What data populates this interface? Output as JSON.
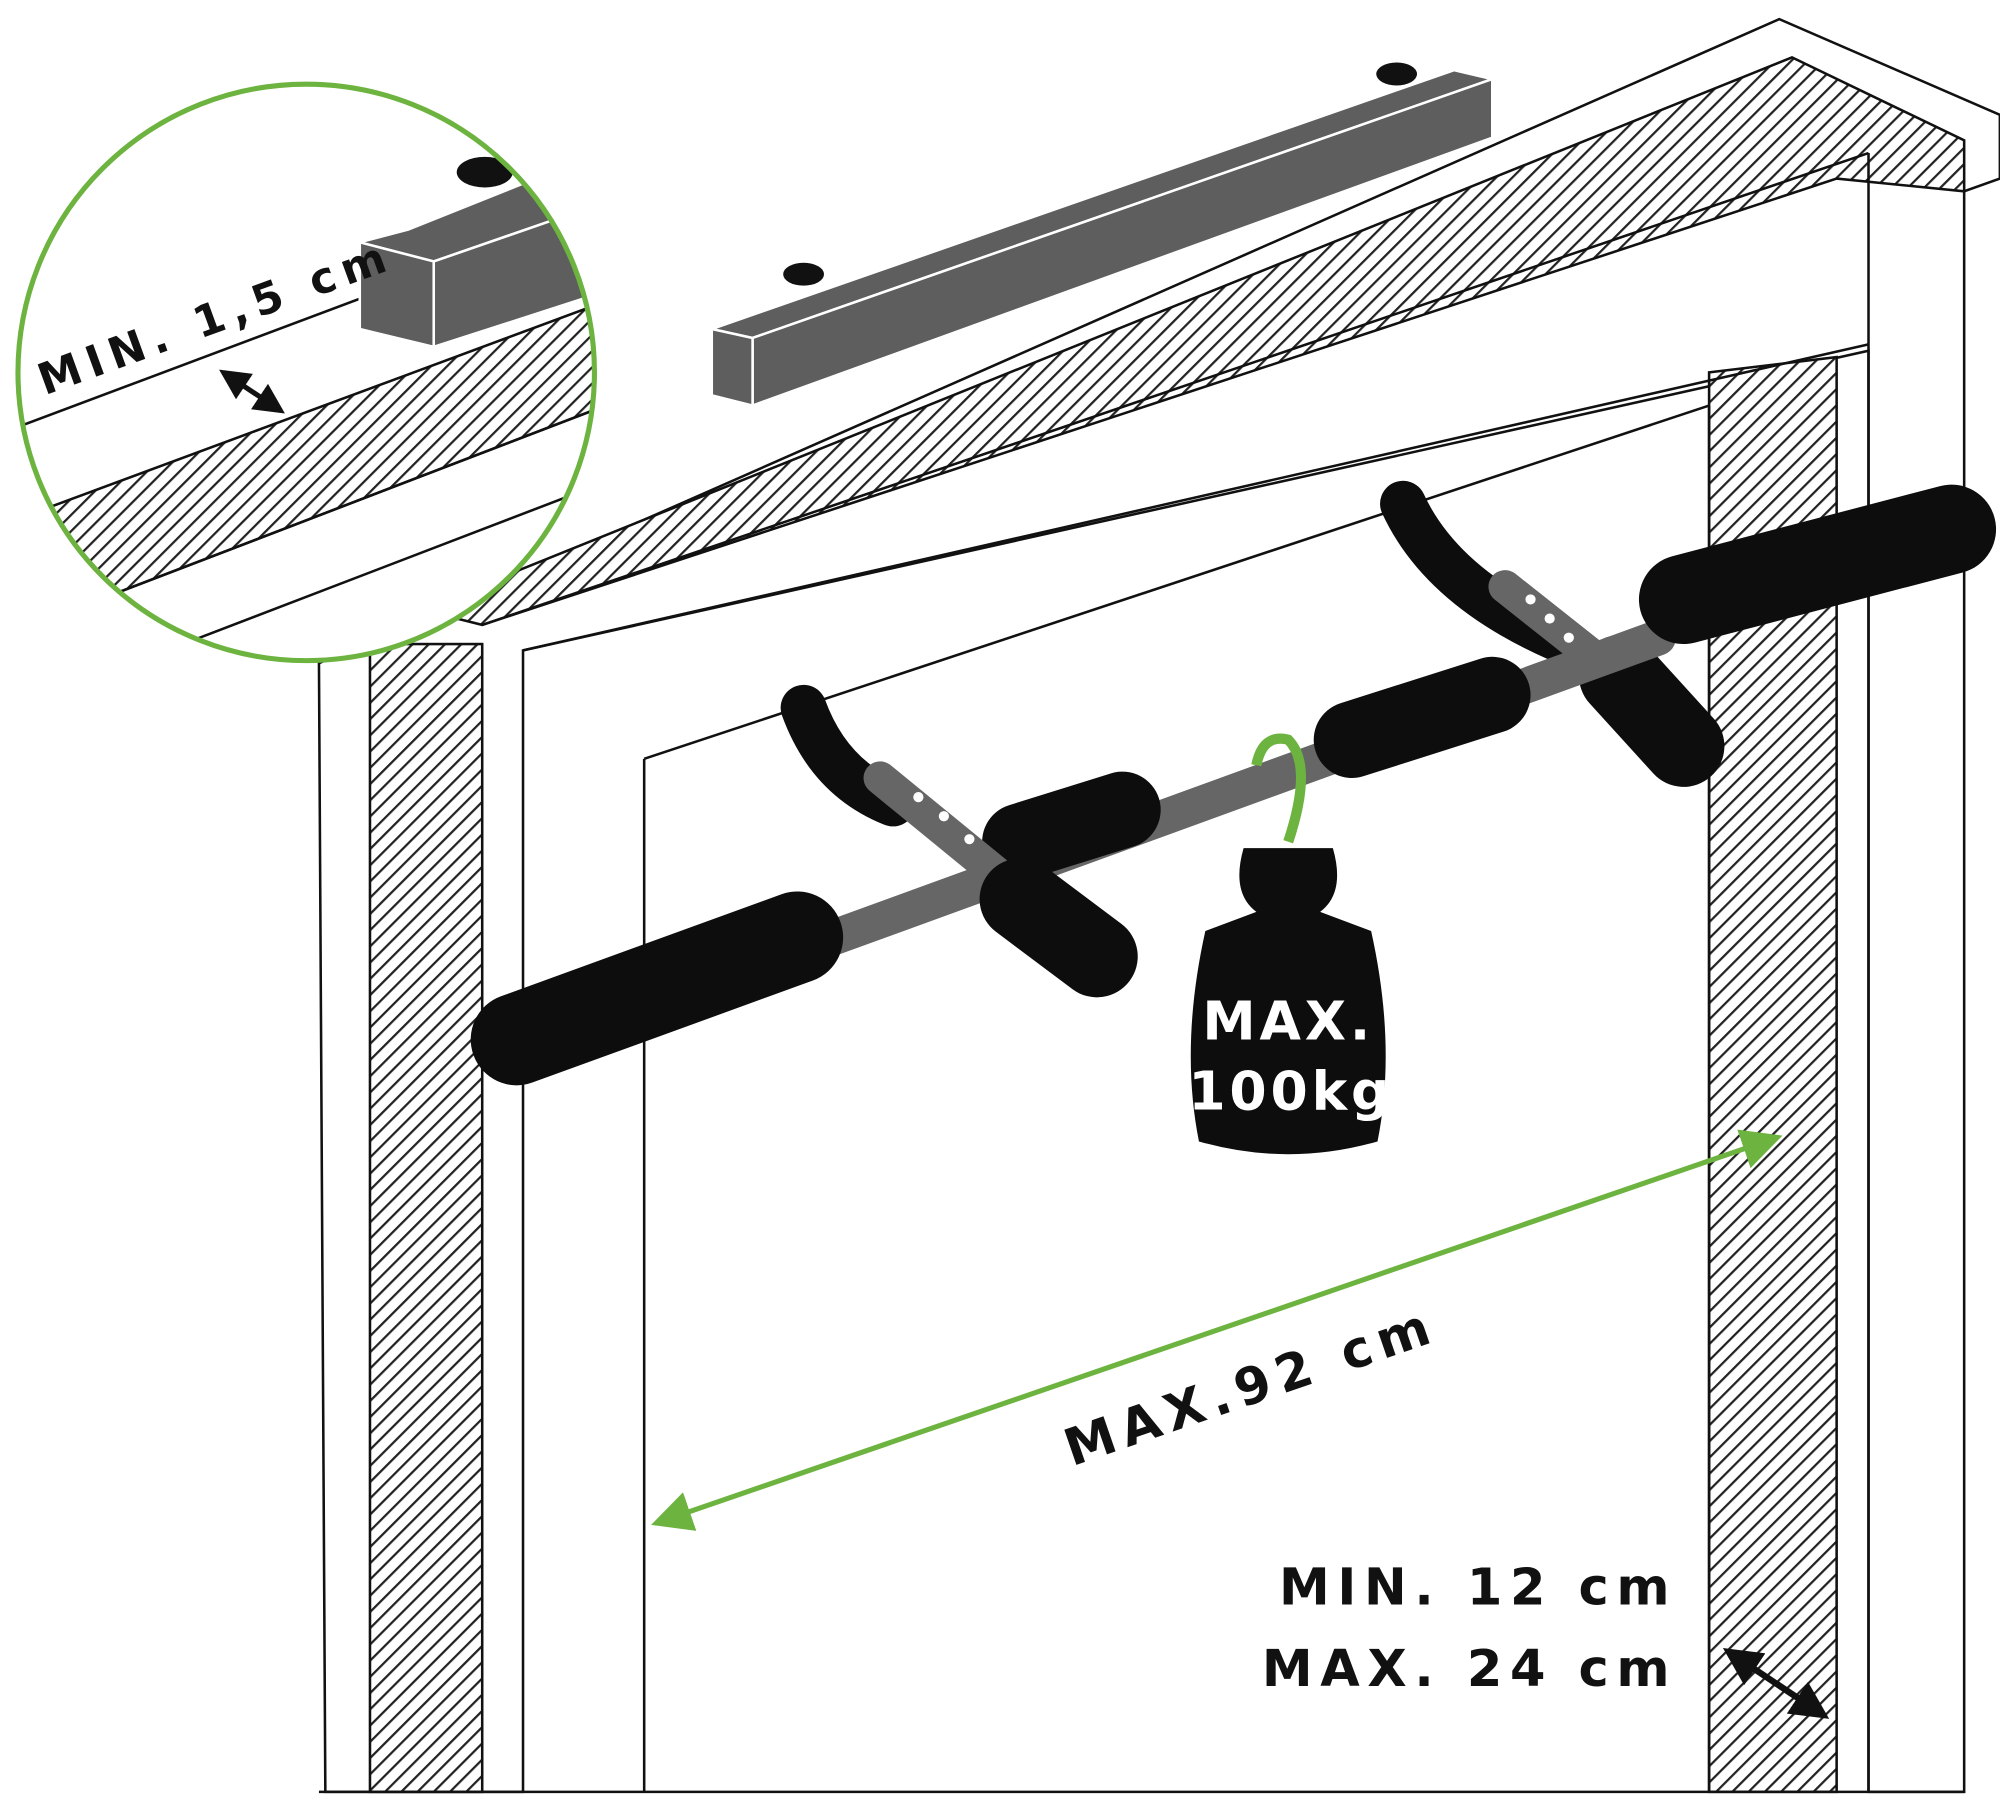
{
  "labels": {
    "min_overlap": "MIN. 1,5 cm",
    "max_load_line1": "MAX.",
    "max_load_line2": "100kg",
    "max_width": "MAX.92 cm",
    "depth_min": "MIN. 12 cm",
    "depth_max": "MAX. 24 cm"
  },
  "colors": {
    "accent": "#6db33f",
    "bar_gray": "#5e5e5e",
    "grip": "#0d0d0d"
  }
}
